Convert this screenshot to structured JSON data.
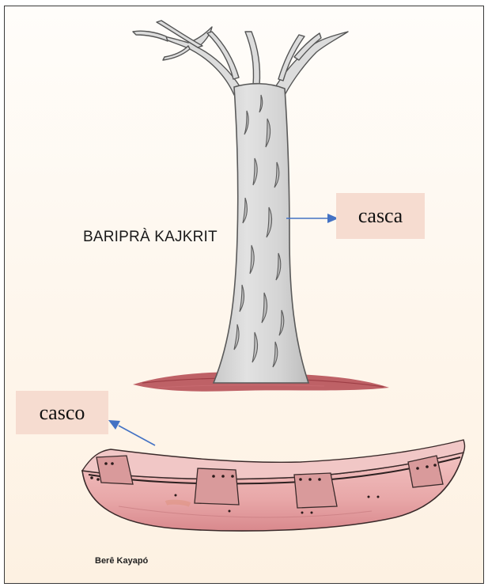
{
  "drawing": {
    "tree_name": "BARIPRÀ KAJKRIT",
    "bark_label": "casca",
    "canoe_label": "casco",
    "artist": "Berê Kayapó"
  },
  "colors": {
    "label_bg": "#f6dcd0",
    "arrow": "#4472c4",
    "canoe": "#e8a9aa",
    "tree_trunk": "#d8d8d8",
    "ground": "#b0464e"
  }
}
